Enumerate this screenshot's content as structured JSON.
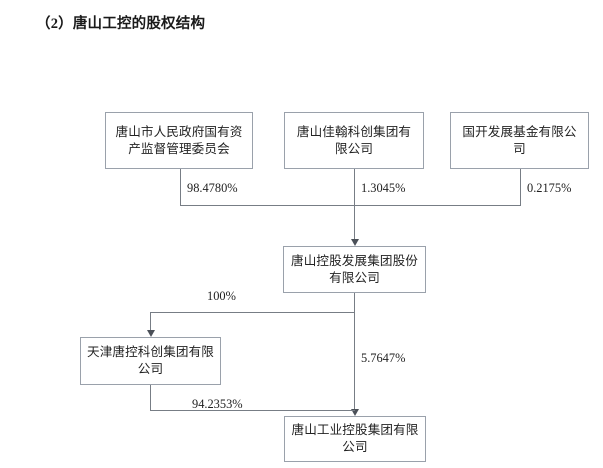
{
  "document": {
    "title": "（2）唐山工控的股权结构"
  },
  "diagram": {
    "type": "org-ownership-chart",
    "nodes": [
      {
        "id": "sasac",
        "label": "唐山市人民政府国有资产监督管理委员会"
      },
      {
        "id": "jiahan",
        "label": "唐山佳翰科创集团有限公司"
      },
      {
        "id": "cdbfund",
        "label": "国开发展基金有限公司"
      },
      {
        "id": "holding",
        "label": "唐山控股发展集团股份有限公司"
      },
      {
        "id": "tjtangkong",
        "label": "天津唐控科创集团有限公司"
      },
      {
        "id": "industrial",
        "label": "唐山工业控股集团有限公司"
      }
    ],
    "edges": [
      {
        "from": "sasac",
        "to": "holding",
        "percent": "98.4780%"
      },
      {
        "from": "jiahan",
        "to": "holding",
        "percent": "1.3045%"
      },
      {
        "from": "cdbfund",
        "to": "holding",
        "percent": "0.2175%"
      },
      {
        "from": "holding",
        "to": "tjtangkong",
        "percent": "100%"
      },
      {
        "from": "holding",
        "to": "industrial",
        "percent": "5.7647%"
      },
      {
        "from": "tjtangkong",
        "to": "industrial",
        "percent": "94.2353%"
      }
    ]
  },
  "colors": {
    "box_border": "#9aa1ab",
    "connector": "#777d85",
    "text": "#232323",
    "background": "#ffffff"
  }
}
